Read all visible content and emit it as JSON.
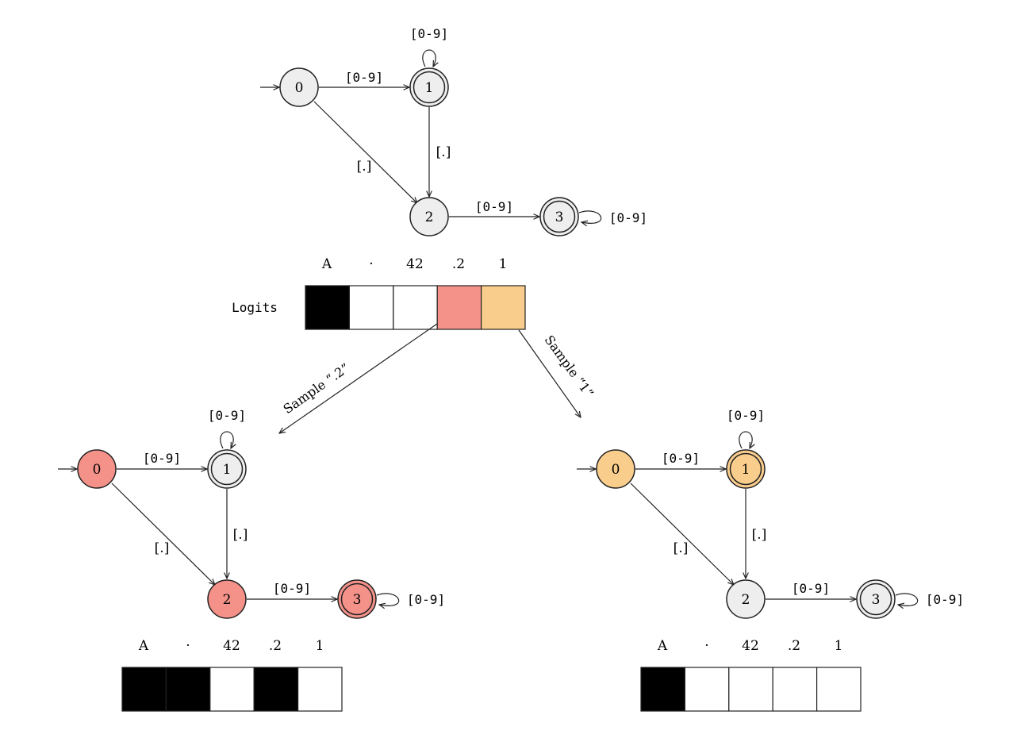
{
  "colors": {
    "default": "#eeeeee",
    "sampled_2": "#f4928a",
    "sampled_1": "#f9cd8c",
    "masked": "#000000",
    "allowed": "#ffffff"
  },
  "tokens": [
    "A",
    "·",
    "42",
    ".2",
    "1"
  ],
  "logits_label": "Logits",
  "edge_labels": {
    "digits": "[0-9]",
    "dot": "[.]"
  },
  "sample_labels": {
    "left": "Sample “.2”",
    "right": "Sample “1”"
  },
  "state_labels": [
    "0",
    "1",
    "2",
    "3"
  ],
  "accepting_states": [
    1,
    3
  ],
  "logits_colors": [
    "masked",
    "allowed",
    "allowed",
    "sampled_2",
    "sampled_1"
  ],
  "automata": {
    "top": {
      "state_colors": [
        "default",
        "default",
        "default",
        "default"
      ]
    },
    "left": {
      "state_colors": [
        "sampled_2",
        "default",
        "sampled_2",
        "sampled_2"
      ]
    },
    "right": {
      "state_colors": [
        "sampled_1",
        "sampled_1",
        "default",
        "default"
      ]
    }
  },
  "masks": {
    "left": [
      "masked",
      "masked",
      "allowed",
      "masked",
      "allowed"
    ],
    "right": [
      "masked",
      "allowed",
      "allowed",
      "allowed",
      "allowed"
    ]
  }
}
